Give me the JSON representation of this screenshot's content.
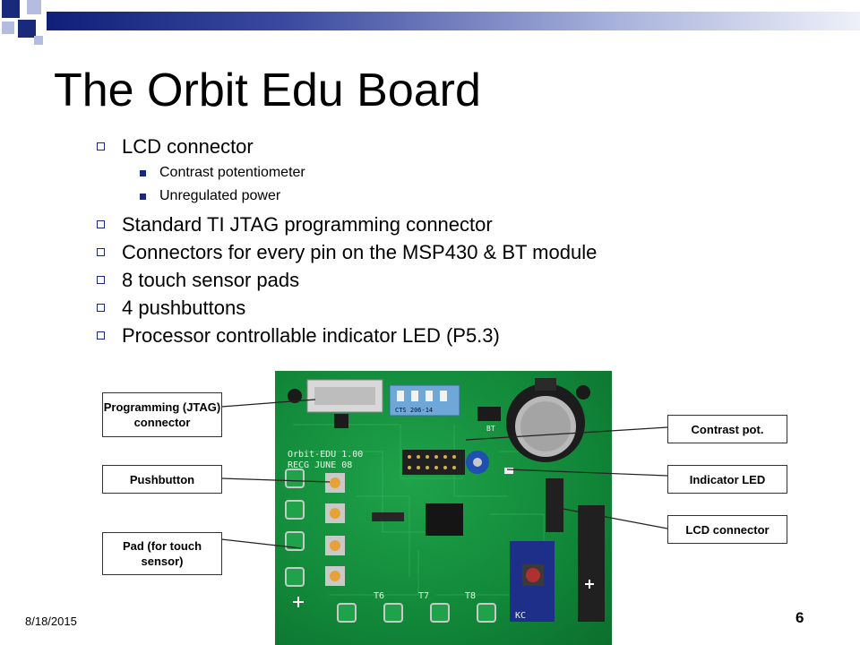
{
  "slide": {
    "title": "The Orbit Edu Board",
    "bullets": [
      {
        "level": 1,
        "text": "LCD connector"
      },
      {
        "level": 2,
        "text": "Contrast potentiometer"
      },
      {
        "level": 2,
        "text": "Unregulated power"
      },
      {
        "level": 1,
        "text": "Standard TI JTAG programming connector"
      },
      {
        "level": 1,
        "text": "Connectors for every pin on the MSP430 & BT module"
      },
      {
        "level": 1,
        "text": "8 touch sensor pads"
      },
      {
        "level": 1,
        "text": "4 pushbuttons"
      },
      {
        "level": 1,
        "text": "Processor controllable indicator LED (P5.3)"
      }
    ],
    "callouts": {
      "programming": "Programming (JTAG) connector",
      "pushbutton": "Pushbutton",
      "pad": "Pad (for touch sensor)",
      "contrast": "Contrast pot.",
      "indicator": "Indicator LED",
      "lcd": "LCD connector"
    },
    "board_silk": {
      "name": "Orbit-EDU 1.00",
      "recg": "RECG JUNE 08",
      "t6": "T6",
      "t7": "T7",
      "t8": "T8",
      "kc": "KC",
      "cts": "CTS 206-14",
      "bt": "BT"
    },
    "footer": {
      "date": "8/18/2015",
      "page": "6"
    }
  },
  "colors": {
    "accent": "#1a2a7a",
    "board_green": "#128a3a"
  }
}
